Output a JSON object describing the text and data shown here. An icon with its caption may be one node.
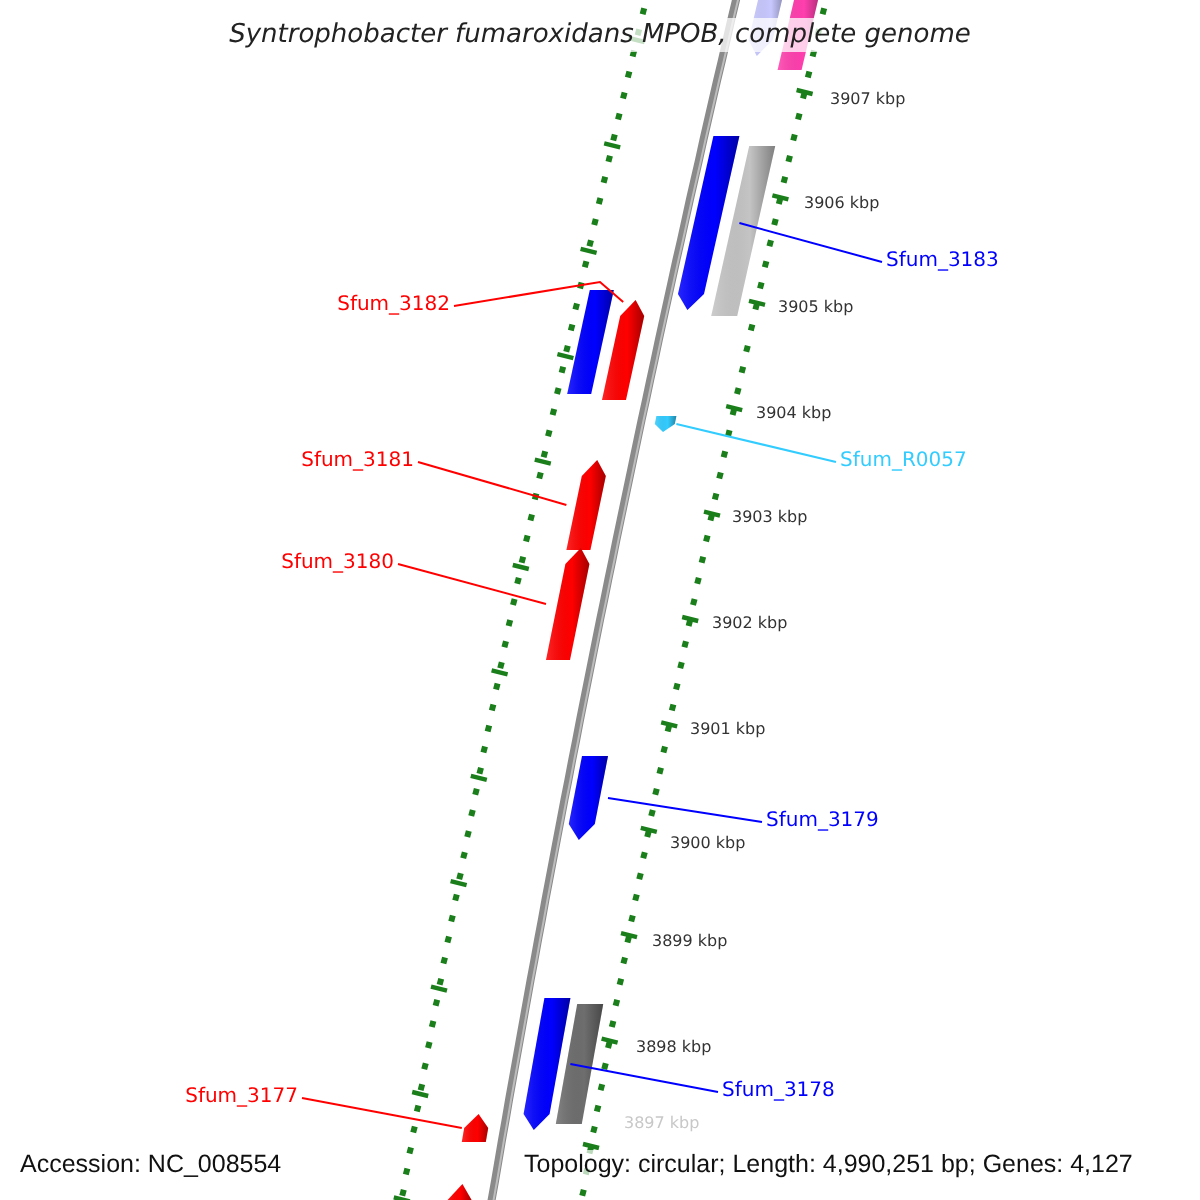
{
  "diagram": {
    "title": "Syntrophobacter fumaroxidans MPOB, complete genome",
    "nodes": [
      {
        "text": [
          "Sfum_3183"
        ]
      },
      {
        "text": [
          "Sfum_3182"
        ]
      },
      {
        "text": [
          "Sfum_3181"
        ]
      },
      {
        "text": [
          "Sfum_R0057"
        ]
      },
      {
        "text": [
          "Sfum_3180"
        ]
      },
      {
        "text": [
          "Sfum_3179"
        ]
      },
      {
        "text": [
          "Sfum_3178"
        ]
      },
      {
        "text": [
          "Sfum_3177"
        ]
      },
      {
        "text": [],
        "shape": "bar"
      },
      {
        "text": [],
        "shape": "bar"
      },
      {
        "text": [],
        "shape": "bar"
      },
      {
        "text": [],
        "shape": "bar"
      },
      {
        "text": [],
        "shape": "bar"
      },
      {
        "text": [],
        "shape": "bar"
      },
      {
        "text": [],
        "shape": "bar"
      },
      {
        "text": [],
        "shape": "bar"
      },
      {
        "text": [],
        "shape": "bar"
      },
      {
        "text": [],
        "shape": "bar"
      },
      {
        "text": [],
        "shape": "bar"
      },
      {
        "text": [],
        "shape": "bar"
      },
      {
        "text": [],
        "shape": "bar"
      },
      {
        "text": [],
        "shape": "bar"
      }
    ],
    "edges": [
      {
        "from": 0,
        "to": 10,
        "arrow": "none",
        "color": "#0000ff"
      },
      {
        "from": 1,
        "to": 13,
        "arrow": "none"
      },
      {
        "from": 2,
        "to": 15,
        "arrow": "none"
      },
      {
        "from": 3,
        "to": 14,
        "arrow": "none",
        "color": "#33ccff"
      },
      {
        "from": 4,
        "to": 16,
        "arrow": "none"
      },
      {
        "from": 5,
        "to": 17,
        "arrow": "none",
        "color": "#0000ff"
      },
      {
        "from": 6,
        "to": 18,
        "arrow": "none",
        "color": "#0000ff"
      },
      {
        "from": 7,
        "to": 20,
        "arrow": "none"
      }
    ],
    "labels": [
      "3907 kbp",
      "3906 kbp",
      "3905 kbp",
      "3904 kbp",
      "3903 kbp",
      "3902 kbp",
      "3901 kbp",
      "3900 kbp",
      "3899 kbp",
      "3898 kbp",
      "3897 kbp",
      "Accession: NC_008554",
      "Topology: circular; Length: 4,990,251 bp; Genes: 4,127"
    ]
  }
}
